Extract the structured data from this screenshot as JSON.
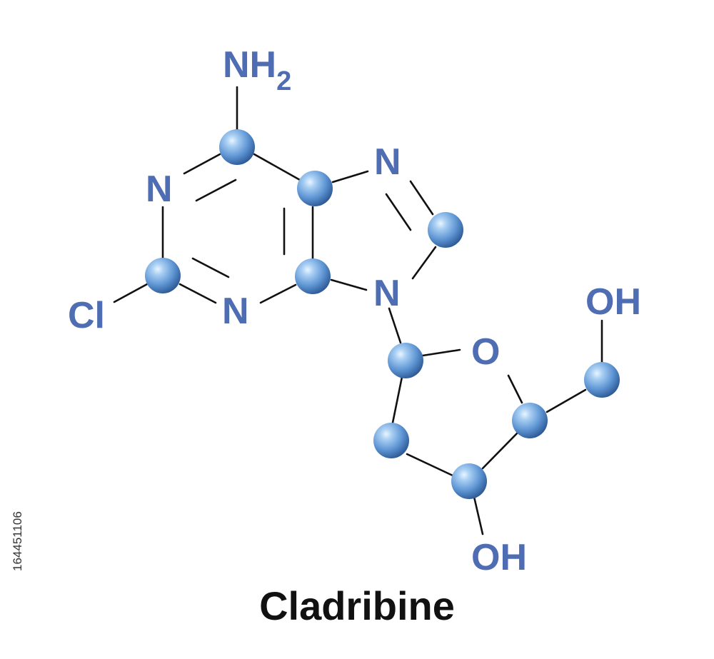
{
  "title": "Cladribine",
  "stock_id": "164451106",
  "colors": {
    "atom_label": "#4f6db2",
    "bond": "#111111",
    "sphere_light": "#c9e4fb",
    "sphere_mid": "#6aa2db",
    "sphere_dark": "#2e5d9e",
    "title": "#111111"
  },
  "atoms": {
    "nh2": {
      "label": "NH",
      "sub": "2"
    },
    "n1": {
      "label": "N"
    },
    "n3": {
      "label": "N"
    },
    "n7": {
      "label": "N"
    },
    "n9": {
      "label": "N"
    },
    "cl": {
      "label": "Cl"
    },
    "o_ring": {
      "label": "O"
    },
    "oh_top": {
      "label": "OH"
    },
    "oh_bottom": {
      "label": "OH"
    }
  },
  "carbon_sphere_count": 10
}
